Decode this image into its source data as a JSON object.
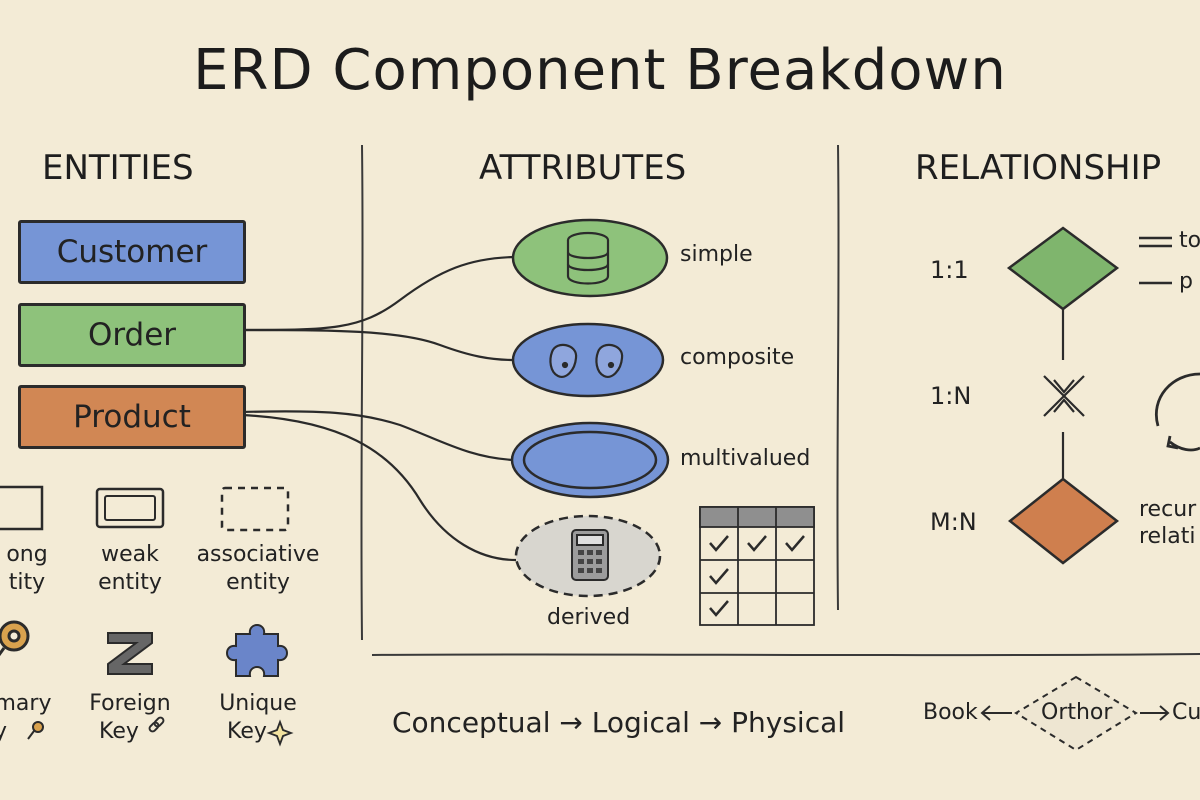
{
  "title": "ERD Component Breakdown",
  "colors": {
    "background": "#f3ebd6",
    "blue": "#6f8fd1",
    "green": "#8ec27b",
    "orange": "#cf7f4e",
    "ink": "#2b2b2b"
  },
  "entities": {
    "heading": "ENTITIES",
    "boxes": [
      {
        "label": "Customer",
        "color": "#7695d6"
      },
      {
        "label": "Order",
        "color": "#8ec27b"
      },
      {
        "label": "Product",
        "color": "#d18754"
      }
    ],
    "types": [
      {
        "line1": "ong",
        "line2": "tity",
        "icon": "strong-entity-box-icon"
      },
      {
        "line1": "weak",
        "line2": "entity",
        "icon": "weak-entity-double-box-icon"
      },
      {
        "line1": "associative",
        "line2": "entity",
        "icon": "associative-entity-dashed-box-icon"
      }
    ],
    "keys": [
      {
        "line1": "mary",
        "line2": "y",
        "icon": "key-icon"
      },
      {
        "line1": "Foreign",
        "line2": "Key",
        "icon": "link-icon"
      },
      {
        "line1": "Unique",
        "line2": "Key",
        "icon": "puzzle-icon"
      }
    ]
  },
  "attributes": {
    "heading": "ATTRIBUTES",
    "items": [
      {
        "label": "simple",
        "icon": "database-icon"
      },
      {
        "label": "composite",
        "icon": "footprints-icon"
      },
      {
        "label": "multivalued",
        "icon": "double-ellipse-icon"
      },
      {
        "label": "derived",
        "icon": "calculator-icon"
      }
    ]
  },
  "relationships": {
    "heading": "RELATIONSHIP",
    "cardinalities": [
      "1:1",
      "1:N",
      "M:N"
    ],
    "legend": [
      "to",
      "p"
    ],
    "recursive": {
      "line1": "recur",
      "line2": "relati"
    }
  },
  "bottom": {
    "flow": "Conceptual → Logical → Physical",
    "example": {
      "left": "Book",
      "middle": "Orthor",
      "right": "Cu"
    }
  }
}
